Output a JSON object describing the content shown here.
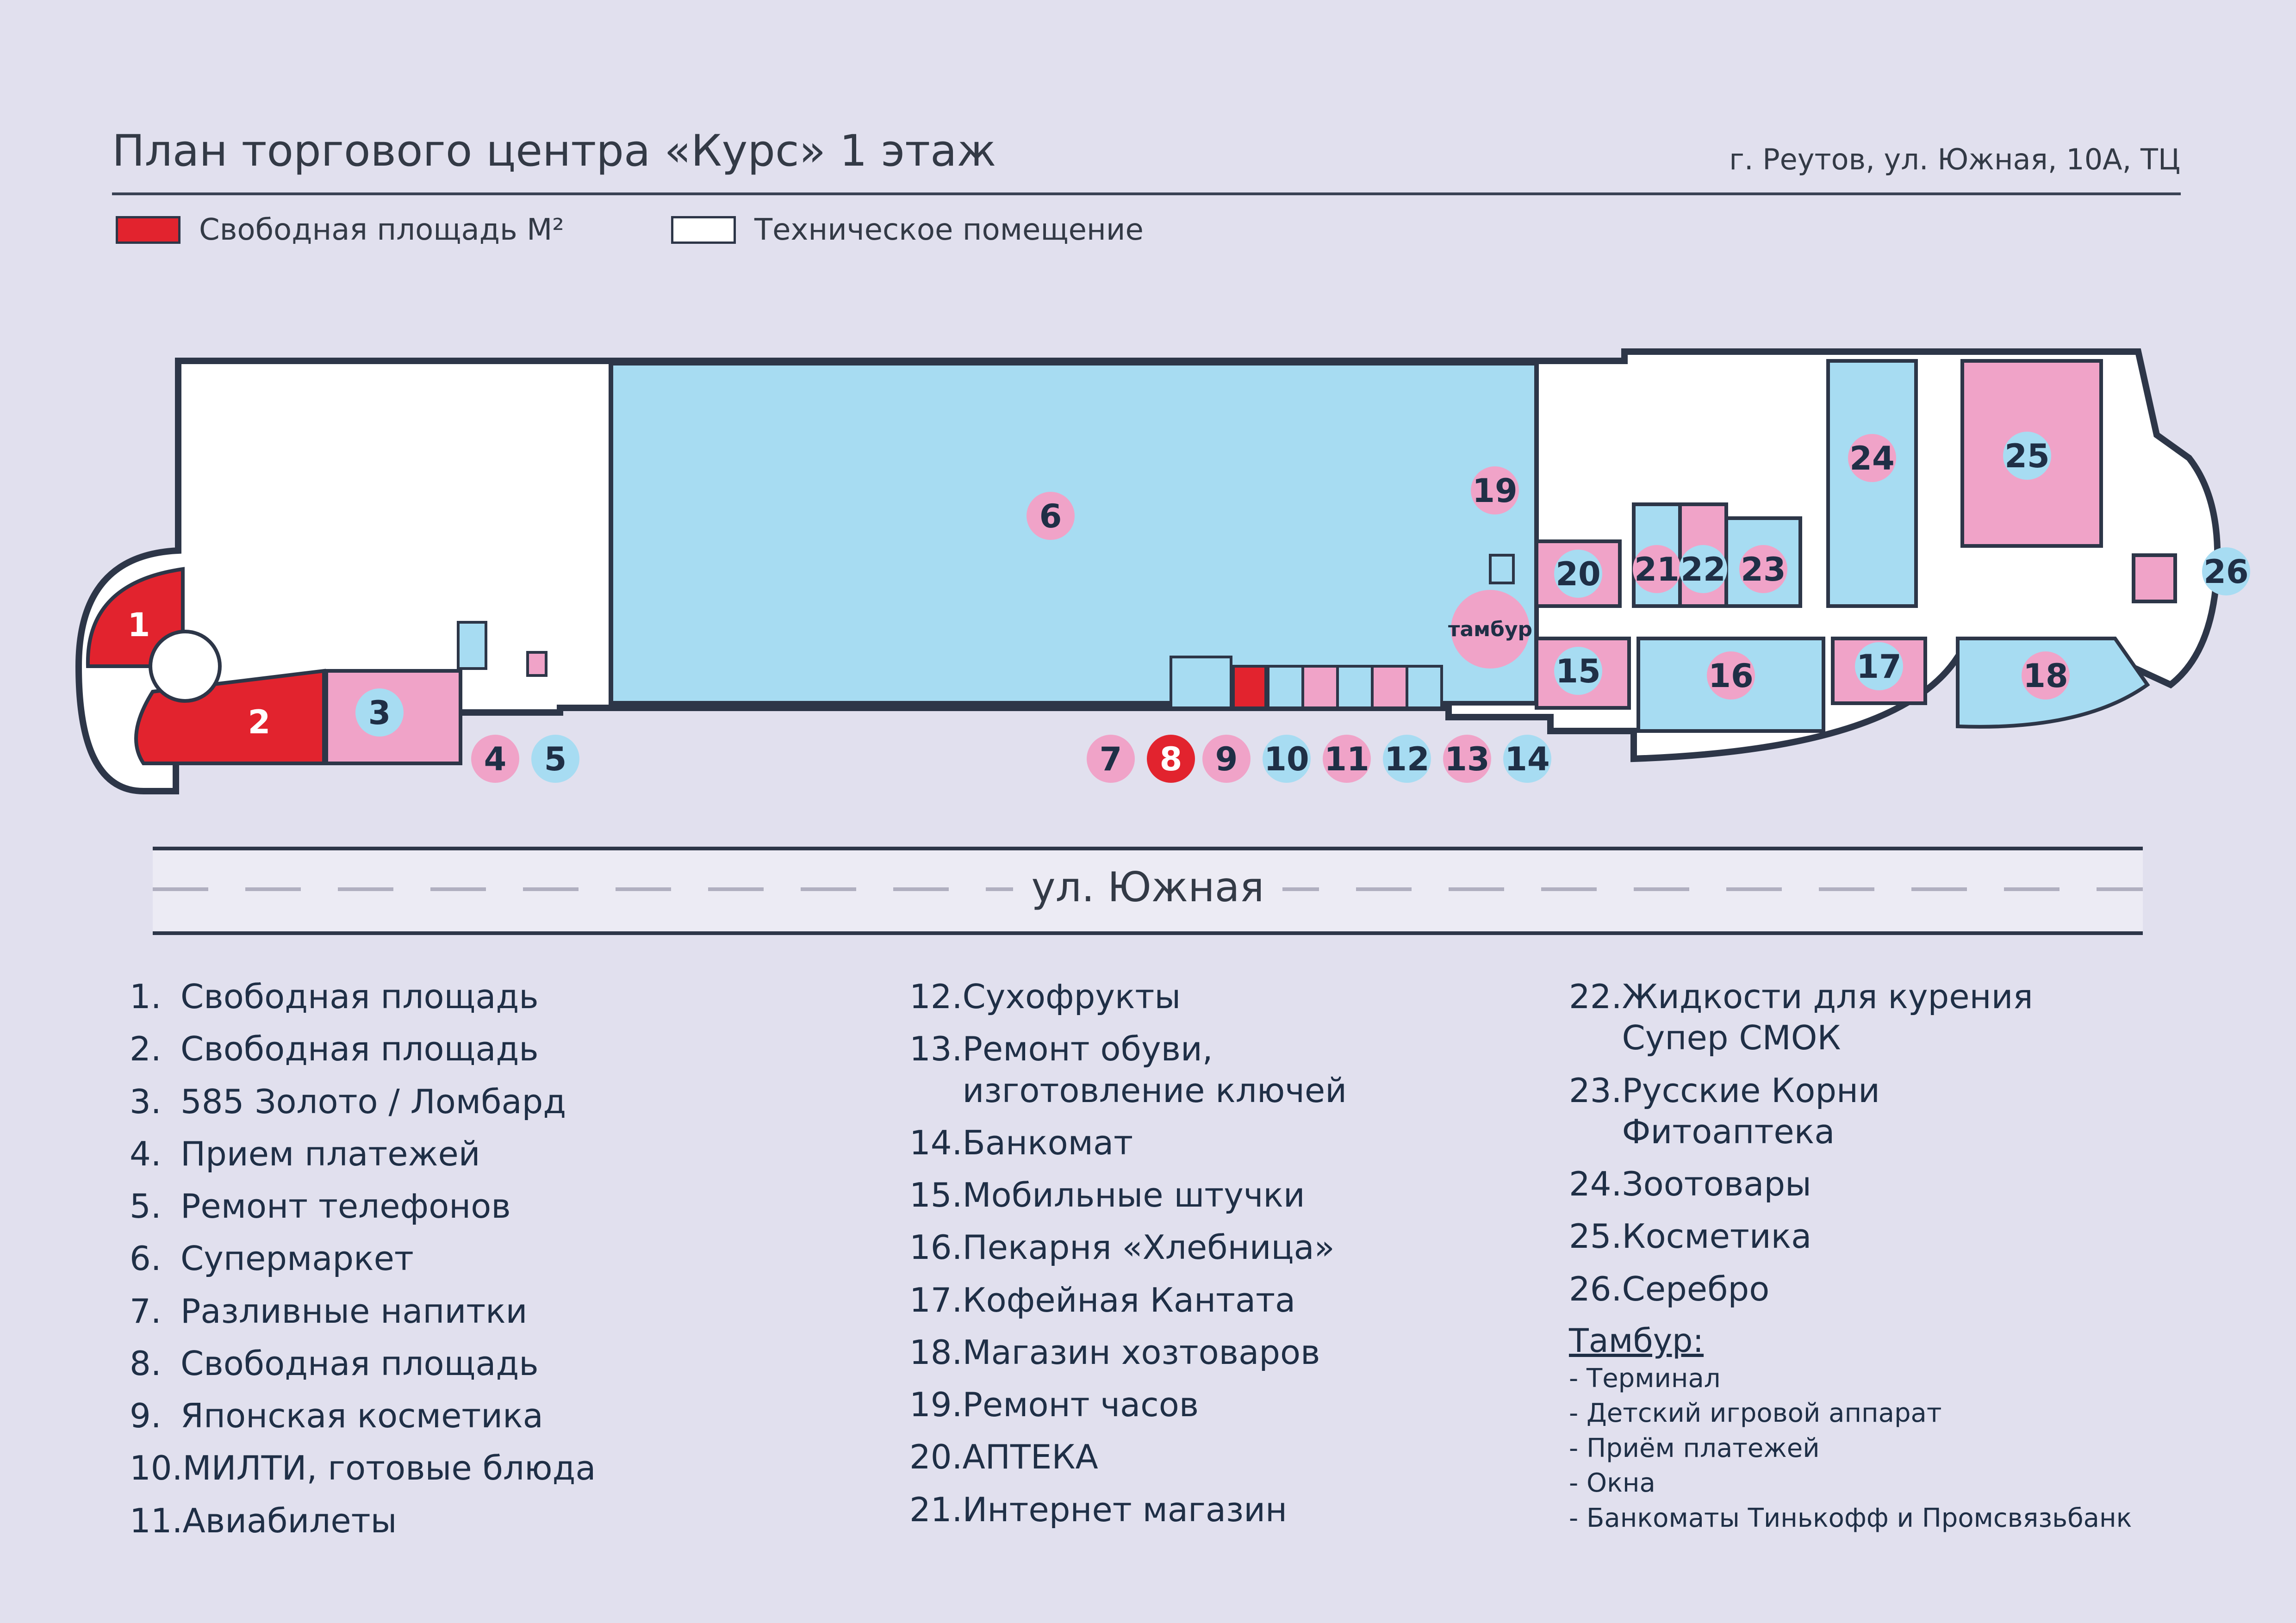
{
  "header": {
    "title": "План торгового центра «Курс»   1 этаж",
    "address": "г. Реутов, ул. Южная, 10А, ТЦ"
  },
  "legend": {
    "free_label": "Свободная площадь М²",
    "tech_label": "Техническое помещение"
  },
  "colors": {
    "background": "#e1e0ee",
    "free": "#e2232e",
    "pink": "#f0a3c8",
    "blue": "#a7dcf2",
    "outline": "#2d3648",
    "text": "#1f2f46"
  },
  "plan": {
    "tambur_label": "тамбур",
    "markers": [
      "1",
      "2",
      "3",
      "4",
      "5",
      "6",
      "7",
      "8",
      "9",
      "10",
      "11",
      "12",
      "13",
      "14",
      "15",
      "16",
      "17",
      "18",
      "19",
      "20",
      "21",
      "22",
      "23",
      "24",
      "25",
      "26"
    ]
  },
  "street": {
    "name": "ул. Южная"
  },
  "directory": {
    "col1": [
      {
        "num": "1.",
        "name": "Свободная площадь"
      },
      {
        "num": "2.",
        "name": "Свободная площадь"
      },
      {
        "num": "3.",
        "name": "585 Золото / Ломбард"
      },
      {
        "num": "4.",
        "name": "Прием платежей"
      },
      {
        "num": "5.",
        "name": "Ремонт телефонов"
      },
      {
        "num": "6.",
        "name": "Супермаркет"
      },
      {
        "num": "7.",
        "name": "Разливные напитки"
      },
      {
        "num": "8.",
        "name": "Свободная площадь"
      },
      {
        "num": "9.",
        "name": "Японская косметика"
      },
      {
        "num": "10.",
        "name": "МИЛТИ, готовые блюда"
      },
      {
        "num": "11.",
        "name": "Авиабилеты"
      }
    ],
    "col2": [
      {
        "num": "12.",
        "name": "Сухофрукты"
      },
      {
        "num": "13.",
        "name": "Ремонт обуви,",
        "name2": "изготовление ключей"
      },
      {
        "num": "14.",
        "name": "Банкомат"
      },
      {
        "num": "15.",
        "name": "Мобильные штучки"
      },
      {
        "num": "16.",
        "name": "Пекарня «Хлебница»"
      },
      {
        "num": "17.",
        "name": "Кофейная Кантата"
      },
      {
        "num": "18.",
        "name": "Магазин хозтоваров"
      },
      {
        "num": "19.",
        "name": "Ремонт часов"
      },
      {
        "num": "20.",
        "name": "АПТЕКА"
      },
      {
        "num": "21.",
        "name": "Интернет магазин"
      }
    ],
    "col3": [
      {
        "num": "22.",
        "name": "Жидкости для курения",
        "name2": "Супер СМОК"
      },
      {
        "num": "23.",
        "name": "Русские Корни",
        "name2": "Фитоаптека"
      },
      {
        "num": "24.",
        "name": "Зоотовары"
      },
      {
        "num": "25.",
        "name": "Косметика"
      },
      {
        "num": "26.",
        "name": "Серебро"
      }
    ],
    "tambur": {
      "title": "Тамбур:",
      "items": [
        "- Терминал",
        "- Детский игровой аппарат",
        "- Приём платежей",
        "- Окна",
        "- Банкоматы Тинькофф и Промсвязьбанк"
      ]
    }
  }
}
